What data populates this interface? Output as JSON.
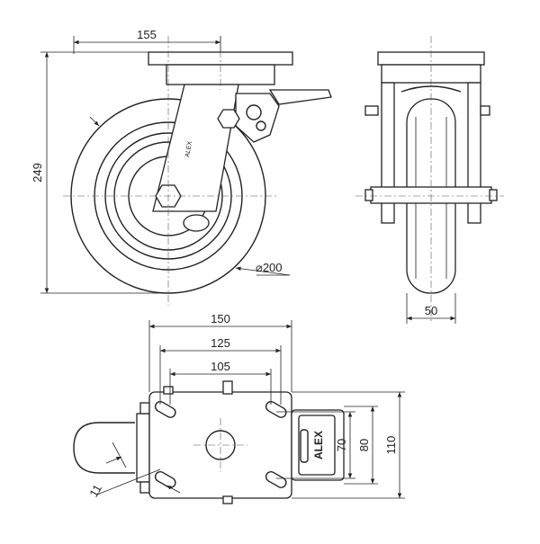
{
  "dimensions": {
    "plate_width_top": "155",
    "overall_height": "249",
    "wheel_diameter": "⌀200",
    "wheel_width": "50",
    "plate_width": "150",
    "bolt_spacing_outer": "125",
    "bolt_spacing_inner": "105",
    "bolt_spacing_side": "70",
    "plate_length": "80",
    "overall_length": "110",
    "bolt_hole": "11"
  },
  "branding": {
    "brake_pedal_logo": "ALEX"
  }
}
